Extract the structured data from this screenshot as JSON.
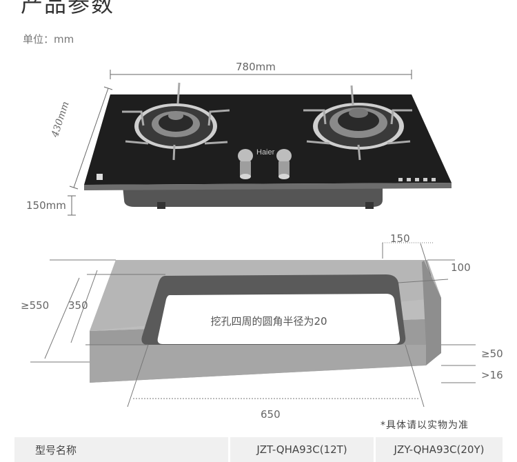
{
  "title": "产品参数",
  "unit_label": "单位：mm",
  "dimensions": {
    "width": "780mm",
    "depth": "430mm",
    "height": "150mm",
    "cut_top": "150",
    "cut_right": "100",
    "cut_depth_min": "≥550",
    "cut_depth": "350",
    "cut_width": "650",
    "counter_margin": "≥50",
    "counter_thickness": ">16"
  },
  "cutout_note": "挖孔四周的圆角半径为20",
  "brand": "Haier",
  "footnote": "*具体请以实物为准",
  "spec_table": {
    "header": "型号名称",
    "models": [
      "JZT-QHA93C(12T)",
      "JZY-QHA93C(20Y)"
    ]
  },
  "colors": {
    "glass": "#1e1e1e",
    "body": "#555555",
    "counter": "#b8b8b8",
    "cutout": "#5a5a5a",
    "table_bg": "#f0f0f0"
  },
  "icons": [
    "burner-icon",
    "knob-icon",
    "child-lock-icon"
  ]
}
